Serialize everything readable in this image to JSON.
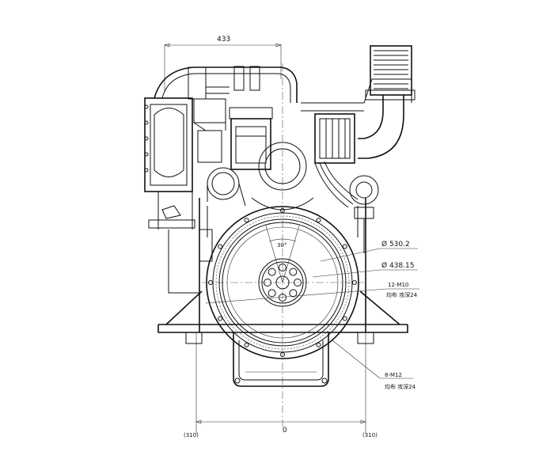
{
  "dimensions": {
    "width_433": "433",
    "dia_530": "Ø 530.2",
    "dia_438": "Ø 438.15",
    "bolt_12": "12-M10",
    "bolt_12_note": "均布  攻深24",
    "angle_30": "30°",
    "bolt_8": "8-M12",
    "bolt_8_note": "均布  攻深24",
    "zero": "0",
    "left_ref": "(310)",
    "right_ref": "(310)"
  },
  "colors": {
    "line": "#111111",
    "background": "#ffffff"
  }
}
